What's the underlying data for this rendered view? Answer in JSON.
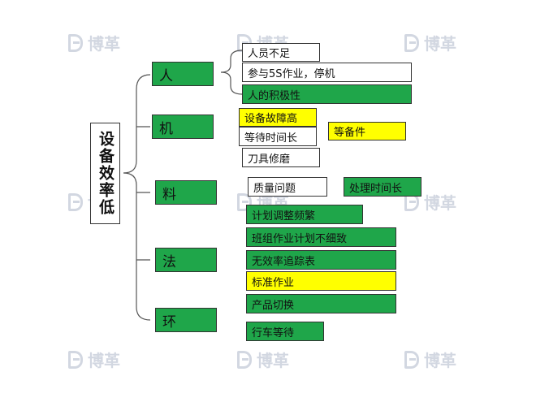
{
  "watermark": {
    "text": "博革"
  },
  "root": {
    "label": "设备效率低"
  },
  "categories": {
    "ren": "人",
    "ji": "机",
    "liao": "料",
    "fa": "法",
    "huan": "环"
  },
  "causes": {
    "ren_1": "人员不足",
    "ren_2": "参与5S作业，停机",
    "ren_3": "人的积极性",
    "ji_1": "设备故障高",
    "ji_2": "等待时间长",
    "ji_3": "等备件",
    "ji_4": "刀具修磨",
    "liao_1": "质量问题",
    "liao_2": "处理时间长",
    "liao_3": "计划调整频繁",
    "fa_1": "班组作业计划不细致",
    "fa_2": "无效率追踪表",
    "fa_3": "标准作业",
    "fa_4": "产品切换",
    "huan_1": "行车等待"
  },
  "colors": {
    "green": "#1fa64a",
    "yellow": "#ffff00",
    "white": "#ffffff"
  }
}
